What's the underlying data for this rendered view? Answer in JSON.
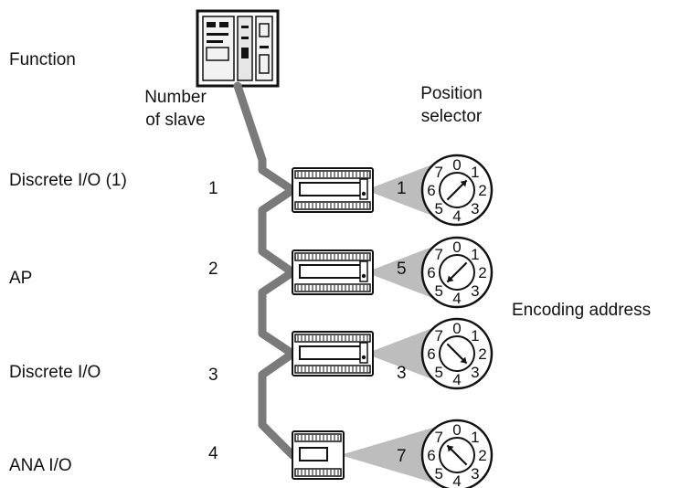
{
  "headers": {
    "function": "Function",
    "slave_line1": "Number",
    "slave_line2": "of slave",
    "selector_line1": "Position",
    "selector_line2": "selector",
    "encoding": "Encoding address"
  },
  "rows": [
    {
      "function": "Discrete I/O (1)",
      "slave_number": "1",
      "address": "1",
      "device": "discrete-module",
      "dial_setting": 1
    },
    {
      "function": "AP",
      "slave_number": "2",
      "address": "5",
      "device": "discrete-module",
      "dial_setting": 5
    },
    {
      "function": "Discrete I/O",
      "slave_number": "3",
      "address": "3",
      "device": "discrete-module",
      "dial_setting": 3
    },
    {
      "function": "ANA I/O",
      "slave_number": "4",
      "address": "7",
      "device": "analog-module",
      "dial_setting": 7
    }
  ],
  "dial_digits": [
    "0",
    "1",
    "2",
    "3",
    "4",
    "5",
    "6",
    "7"
  ],
  "colors": {
    "cable": "#7a7a7a",
    "callout": "#bdbdbd",
    "outline": "#111111",
    "background": "#ffffff"
  }
}
